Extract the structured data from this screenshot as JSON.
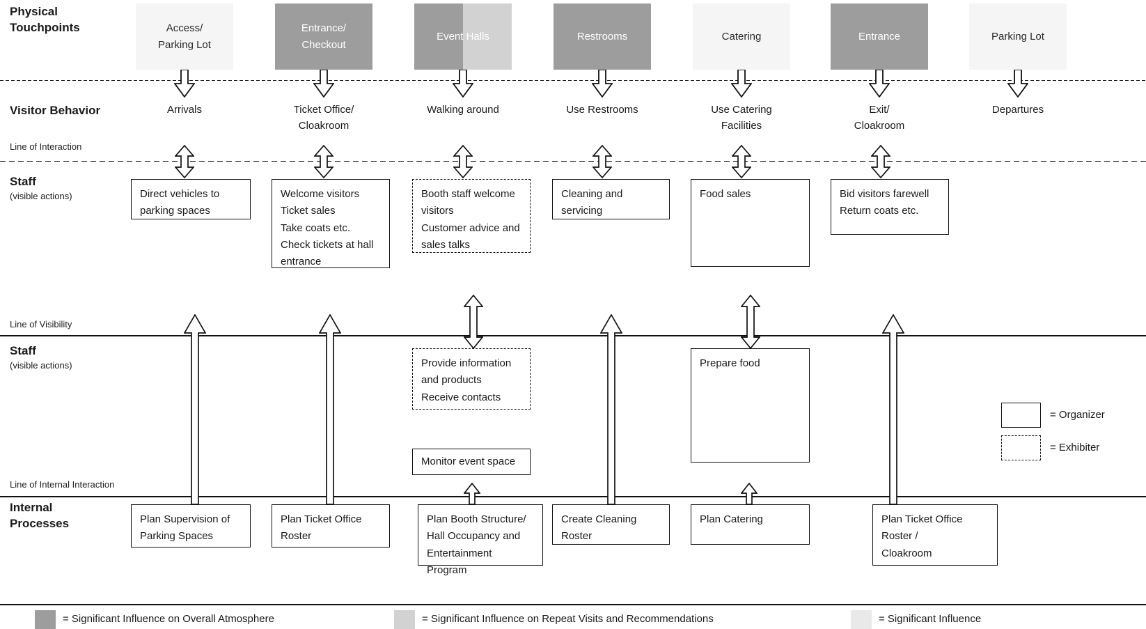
{
  "title": "Event venue service blueprint",
  "rows": {
    "physical_touchpoints": "Physical\nTouchpoints",
    "visitor_behavior": "Visitor Behavior",
    "line_of_interaction": "Line of Interaction",
    "staff_front": "Staff",
    "staff_front_sub": "(visible actions)",
    "line_of_visibility": "Line of Visibility",
    "staff_back": "Staff",
    "staff_back_sub": "(visible actions)",
    "line_of_internal_interaction": "Line of Internal Interaction",
    "internal_processes": "Internal\nProcesses"
  },
  "columns": [
    {
      "touchpoint": "Access/\nParking Lot",
      "shade": "light",
      "behavior": "Arrivals"
    },
    {
      "touchpoint": "Entrance/\nCheckout",
      "shade": "dark",
      "behavior": "Ticket Office/\nCloakroom"
    },
    {
      "touchpoint": "Event Halls",
      "shade": "split",
      "behavior": "Walking around"
    },
    {
      "touchpoint": "Restrooms",
      "shade": "dark",
      "behavior": "Use Restrooms"
    },
    {
      "touchpoint": "Catering",
      "shade": "light",
      "behavior": "Use Catering\nFacilities"
    },
    {
      "touchpoint": "Entrance",
      "shade": "dark",
      "behavior": "Exit/\nCloakroom"
    },
    {
      "touchpoint": "Parking Lot",
      "shade": "light",
      "behavior": "Departures"
    }
  ],
  "staff_visible_boxes": [
    {
      "text": "Direct vehicles to\nparking spaces",
      "type": "organizer"
    },
    {
      "text": "Welcome visitors\nTicket sales\nTake coats etc.\nCheck tickets at hall\nentrance",
      "type": "organizer"
    },
    {
      "text": "Booth staff welcome\nvisitors\nCustomer advice and\nsales talks",
      "type": "exhibiter"
    },
    {
      "text": "Cleaning and servicing",
      "type": "organizer"
    },
    {
      "text": "Food sales",
      "type": "organizer"
    },
    {
      "text": "Bid visitors farewell\nReturn coats etc.",
      "type": "organizer"
    }
  ],
  "staff_backstage_boxes": [
    {
      "text": "Provide information\nand products\nReceive contacts",
      "type": "exhibiter"
    },
    {
      "text": "Monitor event space",
      "type": "organizer"
    },
    {
      "text": "Prepare food",
      "type": "organizer"
    }
  ],
  "internal_process_boxes": [
    {
      "text": "Plan Supervision of\nParking Spaces"
    },
    {
      "text": "Plan Ticket Office\nRoster"
    },
    {
      "text": "Plan Booth Structure/\nHall Occupancy and\nEntertainment Program"
    },
    {
      "text": "Create Cleaning Roster"
    },
    {
      "text": "Plan Catering"
    },
    {
      "text": "Plan Ticket Office\nRoster /\nCloakroom"
    }
  ],
  "box_type_legend": [
    {
      "label": "=  Organizer",
      "style": "solid"
    },
    {
      "label": "=  Exhibiter",
      "style": "dashed"
    }
  ],
  "influence_legend": [
    {
      "label": "=  Significant Influence on Overall Atmosphere",
      "shade": "dark"
    },
    {
      "label": "=  Significant Influence on Repeat Visits and Recommendations",
      "shade": "mid"
    },
    {
      "label": "=  Significant Influence",
      "shade": "pale"
    }
  ],
  "colors": {
    "dark_gray": "#9d9d9d",
    "mid_gray": "#d2d2d2",
    "light_gray": "#f5f5f5",
    "pale_gray": "#e9e9e9",
    "ink": "#1a1a1a"
  }
}
